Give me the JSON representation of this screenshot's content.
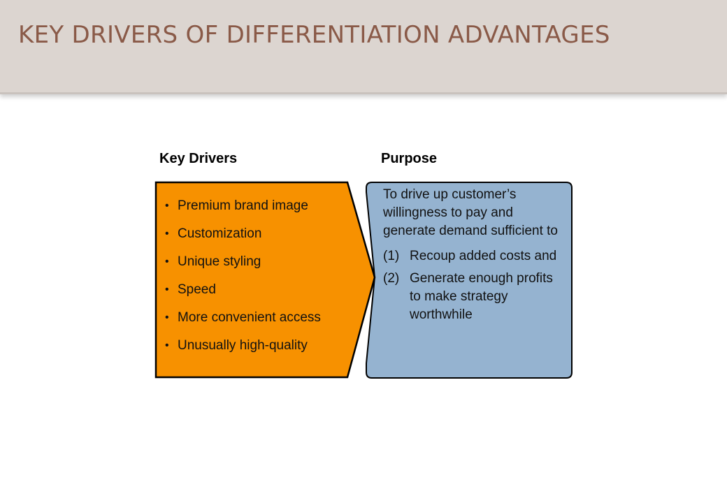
{
  "slide": {
    "title": "KEY DRIVERS OF DIFFERENTIATION ADVANTAGES"
  },
  "columns": {
    "drivers_label": "Key Drivers",
    "purpose_label": "Purpose"
  },
  "drivers": {
    "items": [
      "Premium brand image",
      "Customization",
      "Unique styling",
      "Speed",
      "More convenient access",
      "Unusually high-quality"
    ]
  },
  "purpose": {
    "intro": "To drive up customer’s willingness to pay and generate demand sufficient to",
    "items": [
      {
        "num": "(1)",
        "text": "Recoup added costs and"
      },
      {
        "num": "(2)",
        "text": "Generate enough profits to make strategy worthwhile"
      }
    ]
  },
  "colors": {
    "title_banner": "#dcd5d0",
    "title_text": "#8a5a48",
    "drivers_fill": "#f79100",
    "purpose_fill": "#95b3d0",
    "outline": "#000000"
  }
}
